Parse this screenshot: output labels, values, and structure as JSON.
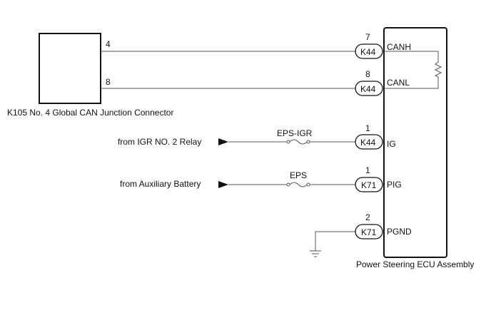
{
  "left_connector": {
    "label": "K105  No. 4 Global CAN Junction Connector",
    "pin_top": "4",
    "pin_bottom": "8"
  },
  "ecu": {
    "label": "Power Steering ECU Assembly",
    "terminals": [
      {
        "pin": "7",
        "connector": "K44",
        "name": "CANH"
      },
      {
        "pin": "8",
        "connector": "K44",
        "name": "CANL"
      },
      {
        "pin": "1",
        "connector": "K44",
        "name": "IG"
      },
      {
        "pin": "1",
        "connector": "K71",
        "name": "PIG"
      },
      {
        "pin": "2",
        "connector": "K71",
        "name": "PGND"
      }
    ]
  },
  "sources": {
    "igr": "from IGR NO. 2 Relay",
    "battery": "from Auxiliary Battery"
  },
  "fuses": {
    "eps_igr": "EPS-IGR",
    "eps": "EPS"
  }
}
